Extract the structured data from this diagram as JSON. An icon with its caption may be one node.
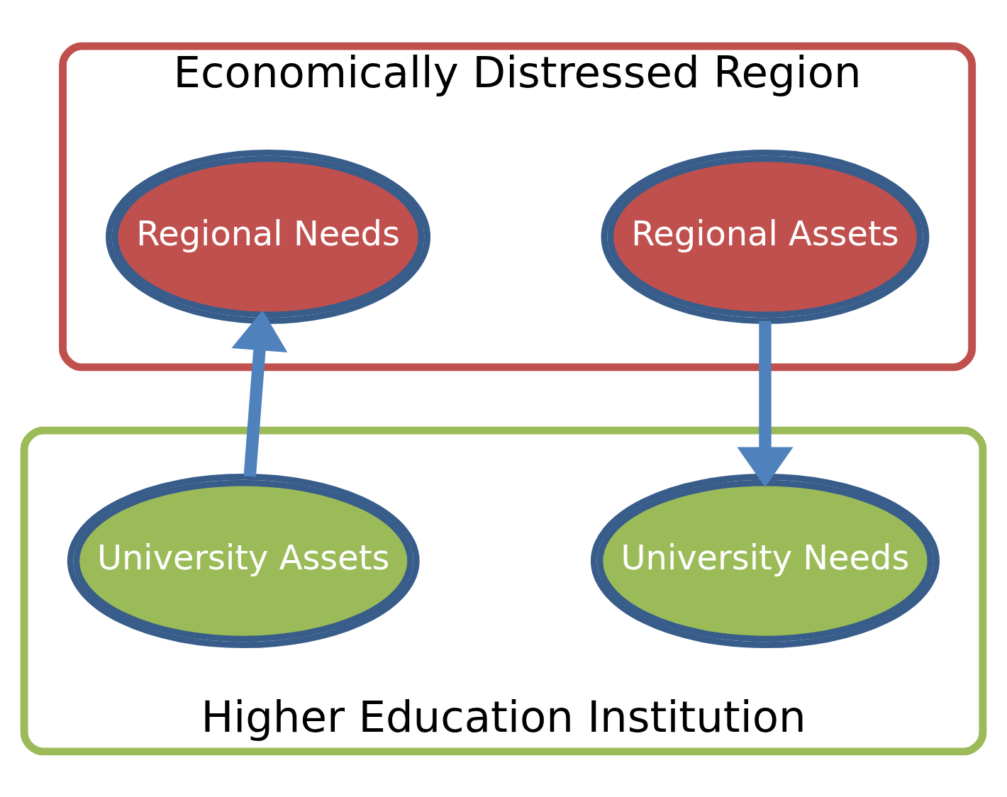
{
  "diagram": {
    "nodes": [
      {
        "text": [
          "Economically Distressed Region"
        ]
      },
      {
        "text": [
          "Regional Assets"
        ],
        "in": 0
      },
      {
        "text": [
          "Regional Needs"
        ],
        "in": 0
      },
      {
        "text": [
          "Higher Education Institution"
        ]
      },
      {
        "text": [
          "University Needs"
        ],
        "in": 3
      },
      {
        "text": [
          "University Assets"
        ],
        "in": 3
      }
    ],
    "edges": [
      {
        "from": 1,
        "to": 4,
        "arrow": "to"
      },
      {
        "from": 5,
        "to": 2,
        "arrow": "to"
      }
    ]
  }
}
